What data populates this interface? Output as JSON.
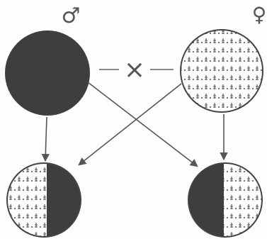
{
  "symbols": {
    "male": "♂",
    "female": "♀",
    "cross": "×"
  },
  "parents": {
    "male": {
      "fill": "solid-dark"
    },
    "female": {
      "fill": "dotted-pattern"
    }
  },
  "offspring": [
    {
      "left_half": "dotted-pattern",
      "right_half": "solid-dark"
    },
    {
      "left_half": "solid-dark",
      "right_half": "dotted-pattern"
    }
  ],
  "colors": {
    "dark": "#3e3e3e",
    "ink": "#555555",
    "paper": "#fdfdfb"
  }
}
